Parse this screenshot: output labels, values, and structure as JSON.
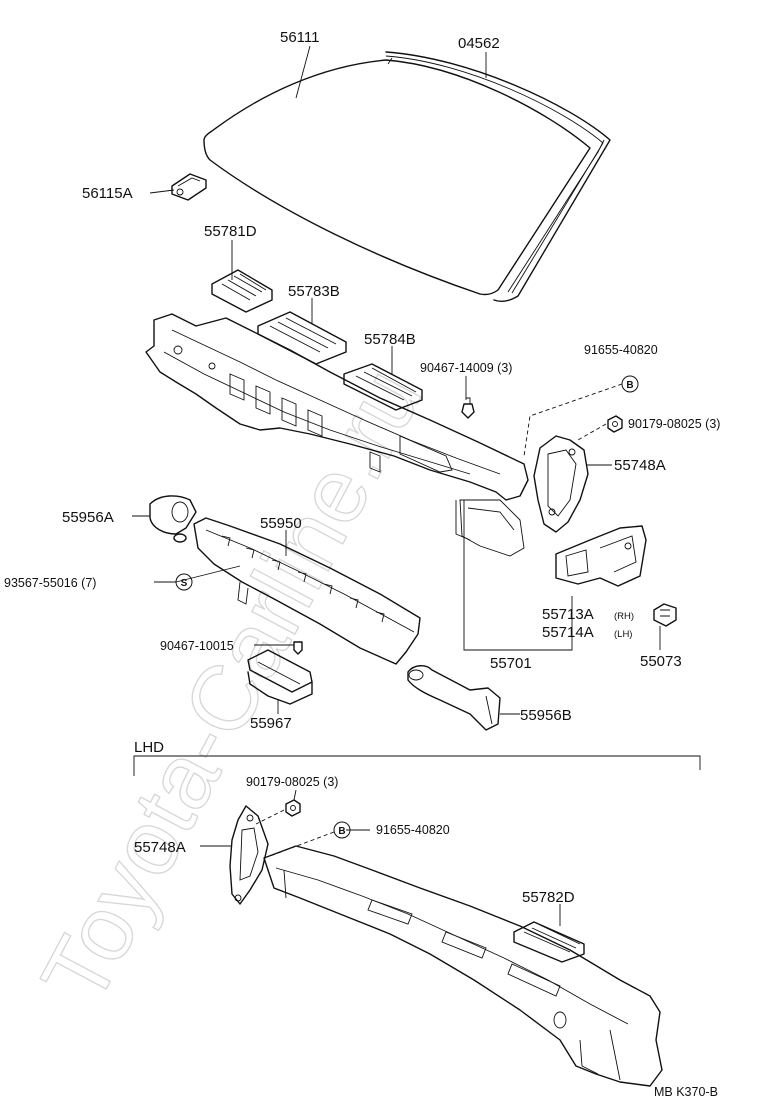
{
  "watermark": "Toyota-Carline.ru",
  "labels": {
    "p56111": "56111",
    "p04562": "04562",
    "p56115A": "56115A",
    "p55781D": "55781D",
    "p55783B": "55783B",
    "p55784B": "55784B",
    "p90467_14009": "90467-14009 (3)",
    "p91655_40820": "91655-40820",
    "p90179_08025": "90179-08025 (3)",
    "p55748A": "55748A",
    "p55956A": "55956A",
    "p55950": "55950",
    "p93567_55016": "93567-55016 (7)",
    "p55713A": "55713A",
    "p55713A_side": "(RH)",
    "p55714A": "55714A",
    "p55714A_side": "(LH)",
    "p55073": "55073",
    "p90467_10015": "90467-10015",
    "p55701": "55701",
    "p55967": "55967",
    "p55956B": "55956B",
    "lhd_title": "LHD",
    "lhd_p90179_08025": "90179-08025 (3)",
    "lhd_p55748A": "55748A",
    "lhd_p91655_40820": "91655-40820",
    "lhd_p55782D": "55782D",
    "ref_code": "MB  K370-B"
  },
  "symbols": {
    "bolt_b": "B",
    "screw_s": "S"
  },
  "icons": [
    "windshield-glass",
    "windshield-moulding",
    "cowl-panel",
    "cowl-vent-louver",
    "air-duct",
    "bracket",
    "bolt",
    "nut",
    "clip"
  ]
}
